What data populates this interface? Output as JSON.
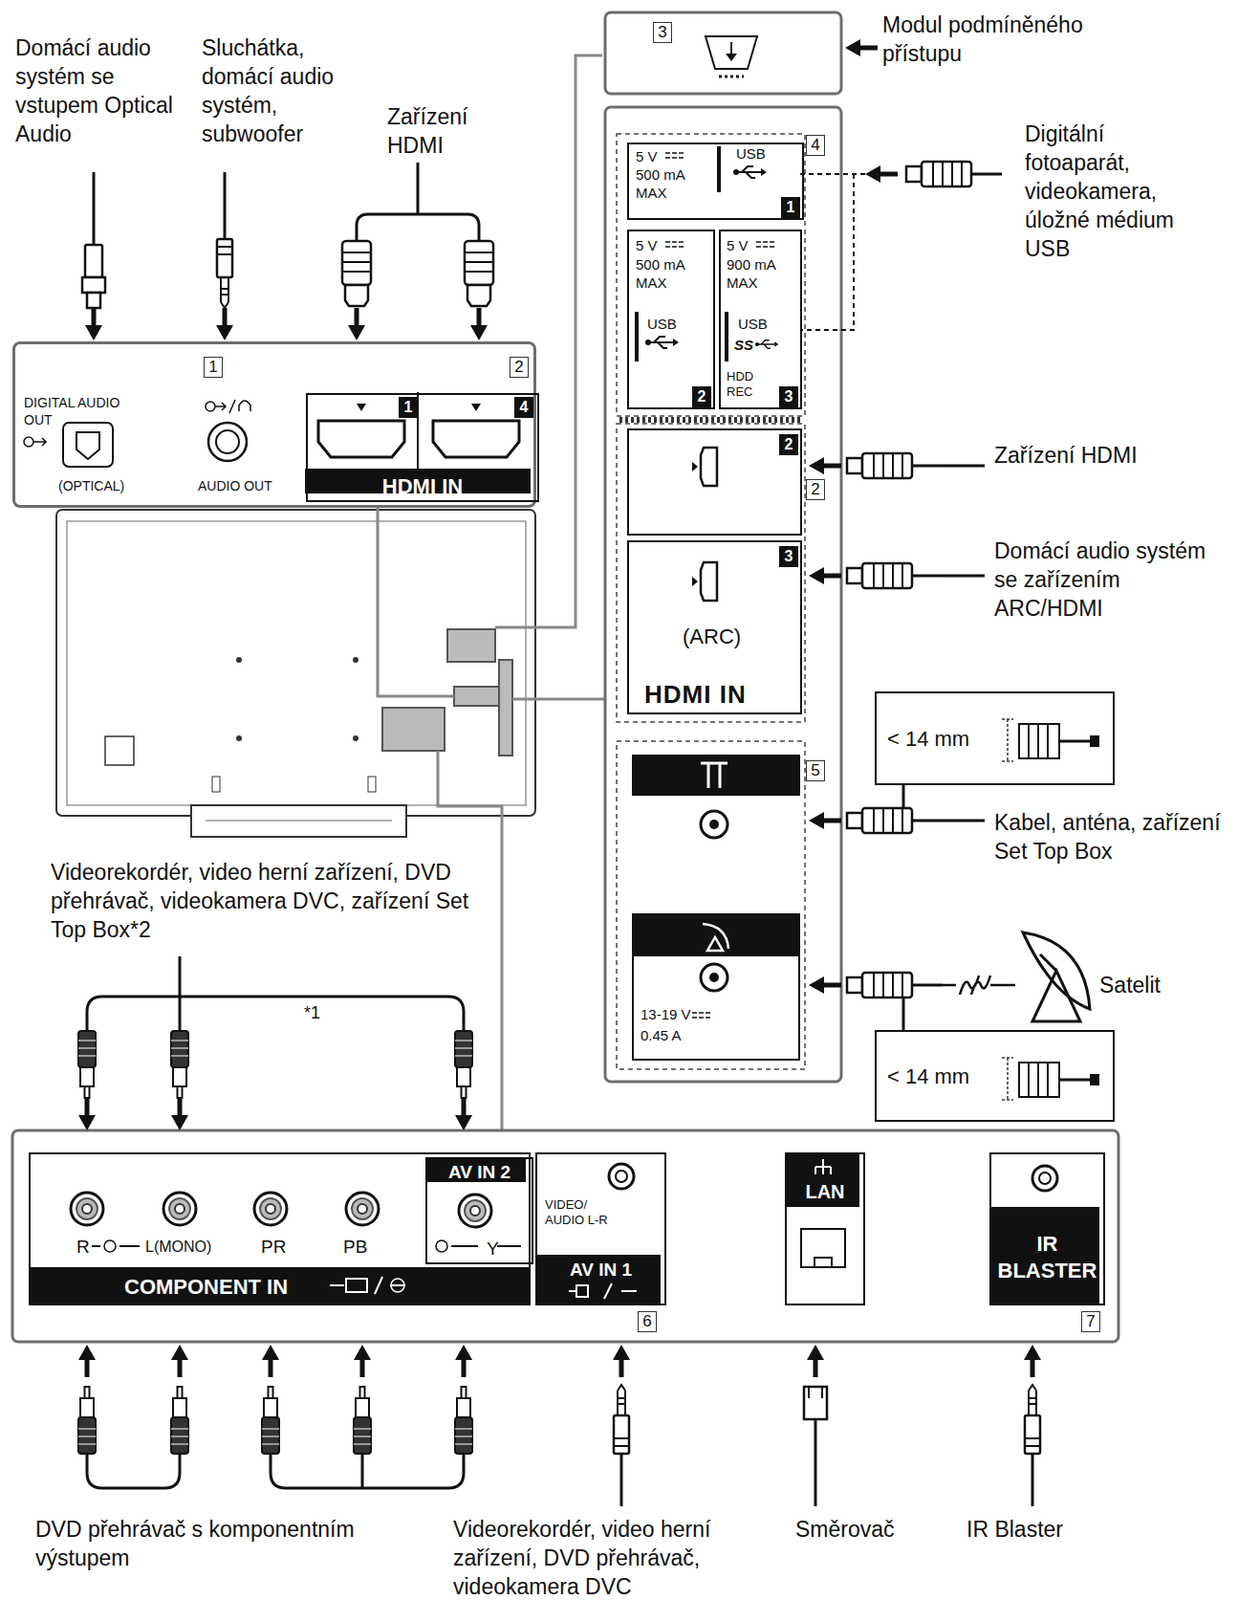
{
  "diagram": {
    "nodes": [
      {
        "text": [
          "DIGITAL AUDIO OUT",
          "(OPTICAL)",
          "AUDIO OUT"
        ]
      },
      {
        "text": [
          "1",
          "4",
          "HDMI IN"
        ],
        "in": 0
      },
      {
        "text": [
          "5 V",
          "500 mA MAX",
          "USB",
          "1"
        ]
      },
      {
        "text": [
          "5 V",
          "500 mA MAX",
          "USB",
          "2"
        ]
      },
      {
        "text": [
          "5 V",
          "900 mA MAX",
          "USB",
          "SS",
          "HDD REC",
          "3"
        ]
      },
      {
        "text": [
          "2"
        ]
      },
      {
        "text": [
          "3",
          "(ARC)",
          "HDMI IN"
        ]
      },
      {
        "text": [
          "< 14 mm"
        ]
      },
      {
        "text": [
          "13-19 V",
          "0.45 A"
        ]
      },
      {
        "text": [
          "< 14 mm"
        ]
      },
      {
        "text": [
          "R",
          "L(MONO)",
          "PR",
          "PB",
          "COMPONENT IN"
        ]
      },
      {
        "text": [
          "AV IN 2",
          "Y"
        ],
        "in": 10
      },
      {
        "text": [
          "VIDEO/ AUDIO L-R",
          "AV IN 1"
        ]
      },
      {
        "text": [
          "LAN"
        ]
      },
      {
        "text": [
          "IR BLASTER"
        ]
      }
    ],
    "labels": [
      "Domácí audio systém se vstupem Optical Audio",
      "Sluchátka, domácí audio systém, subwoofer",
      "Zařízení HDMI",
      "3",
      "Modul podmíněného přístupu",
      "4",
      "Digitální fotoaparát, videokamera, úložné médium USB",
      "1",
      "2",
      "2",
      "Zařízení HDMI",
      "Domácí audio systém se zařízením ARC/HDMI",
      "5",
      "Kabel, anténa, zařízení Set Top Box",
      "Satelit",
      "Videorekordér, video herní zařízení, DVD přehrávač, videokamera DVC, zařízení Set Top Box*2",
      "*1",
      "6",
      "7",
      "DVD přehrávač s komponentním výstupem",
      "Videorekordér, video herní zařízení, DVD přehrávač, videokamera DVC",
      "Směrovač",
      "IR Blaster"
    ]
  }
}
